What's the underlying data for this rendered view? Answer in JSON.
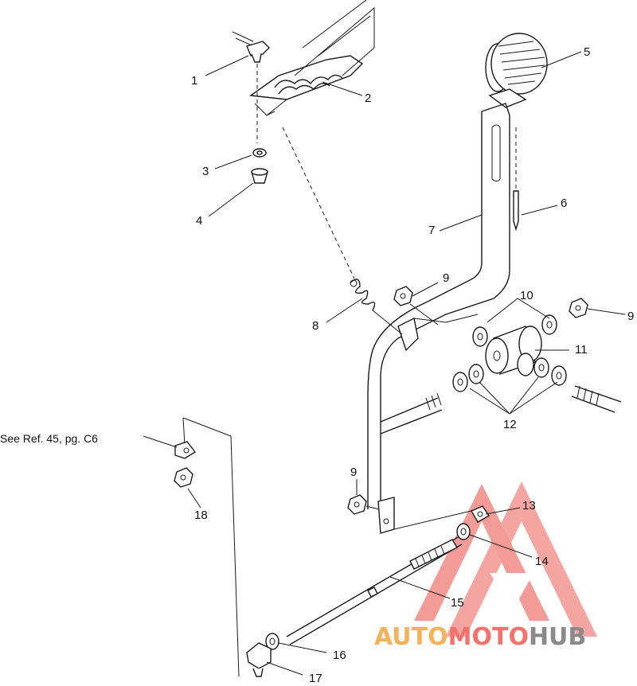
{
  "reference_note": "See Ref. 45, pg. C6",
  "part_labels": {
    "p1": "1",
    "p2": "2",
    "p3": "3",
    "p4": "4",
    "p5": "5",
    "p6": "6",
    "p7": "7",
    "p8": "8",
    "p9a": "9",
    "p9b": "9",
    "p9c": "9",
    "p10": "10",
    "p11": "11",
    "p12": "12",
    "p13": "13",
    "p14": "14",
    "p15": "15",
    "p16": "16",
    "p17": "17",
    "p18": "18"
  },
  "watermark": {
    "part1": "AUTO",
    "part2": "MOTO",
    "part3": "HUB",
    "color1": "#f5b25a",
    "color2": "#f3736c",
    "color3": "#8a8a8a",
    "triangle_color": "#f28a84"
  }
}
